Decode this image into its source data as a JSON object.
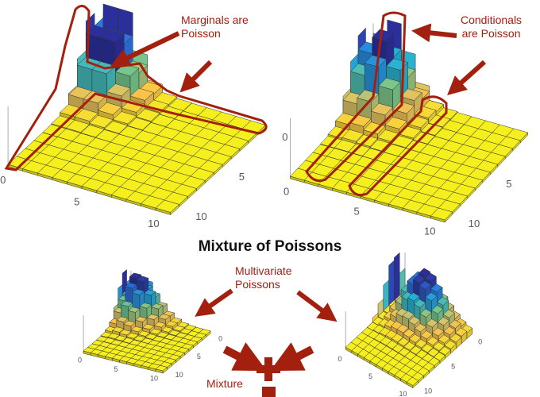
{
  "title": "Mixture of Poissons",
  "annotations": {
    "marginals": [
      "Marginals are",
      "Poisson"
    ],
    "conditionals": [
      "Conditionals",
      "are Poisson"
    ],
    "multivariate": [
      "Multivariate",
      "Poissons"
    ],
    "mixture": "Mixture"
  },
  "colors": {
    "annotation": "#a3200f",
    "low": "#f5ef1e",
    "high": "#2b2f9c"
  },
  "chart_data": [
    {
      "type": "bar3d",
      "name": "marginals-chart",
      "i_ticks": [
        "0",
        "5",
        "10"
      ],
      "j_ticks": [
        "0",
        "5",
        "10"
      ],
      "grid": 11,
      "components": [
        {
          "weight": 1,
          "lambda": [
            1.2,
            1.0
          ]
        }
      ],
      "marginals": true
    },
    {
      "type": "bar3d",
      "name": "conditionals-chart",
      "i_ticks": [
        "0",
        "5",
        "10"
      ],
      "j_ticks": [
        "0",
        "5",
        "10"
      ],
      "grid": 11,
      "components": [
        {
          "weight": 1,
          "lambda": [
            1.5,
            1.3
          ]
        }
      ],
      "marginals": true
    },
    {
      "type": "bar3d",
      "name": "mixture-component-1",
      "i_ticks": [
        "0",
        "5",
        "10"
      ],
      "j_ticks": [
        "0",
        "5",
        "10"
      ],
      "grid": 11,
      "components": [
        {
          "weight": 0.6,
          "lambda": [
            2.0,
            1.5
          ]
        },
        {
          "weight": 0.4,
          "lambda": [
            1.0,
            3.0
          ]
        }
      ],
      "marginals": true
    },
    {
      "type": "bar3d",
      "name": "mixture-component-2",
      "i_ticks": [
        "0",
        "5",
        "10"
      ],
      "j_ticks": [
        "0",
        "5",
        "10"
      ],
      "grid": 11,
      "components": [
        {
          "weight": 0.5,
          "lambda": [
            2.5,
            4.0
          ]
        },
        {
          "weight": 0.5,
          "lambda": [
            1.5,
            5.5
          ]
        }
      ],
      "marginals": true
    }
  ]
}
